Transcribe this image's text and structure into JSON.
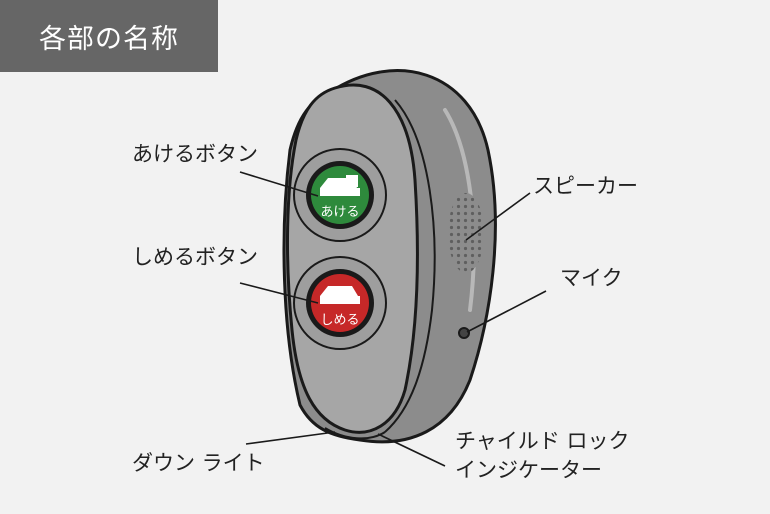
{
  "header": {
    "title": "各部の名称"
  },
  "labels": {
    "open_button": "あけるボタン",
    "close_button": "しめるボタン",
    "speaker": "スピーカー",
    "mic": "マイク",
    "down_light": "ダウン ライト",
    "child_lock_line1": "チャイルド ロック",
    "child_lock_line2": "インジケーター"
  },
  "buttons": {
    "open_text": "あける",
    "close_text": "しめる"
  },
  "colors": {
    "open_button": "#2e8a3c",
    "close_button": "#c62828",
    "device_body": "#9a9a9a",
    "title_bg": "#666666"
  }
}
